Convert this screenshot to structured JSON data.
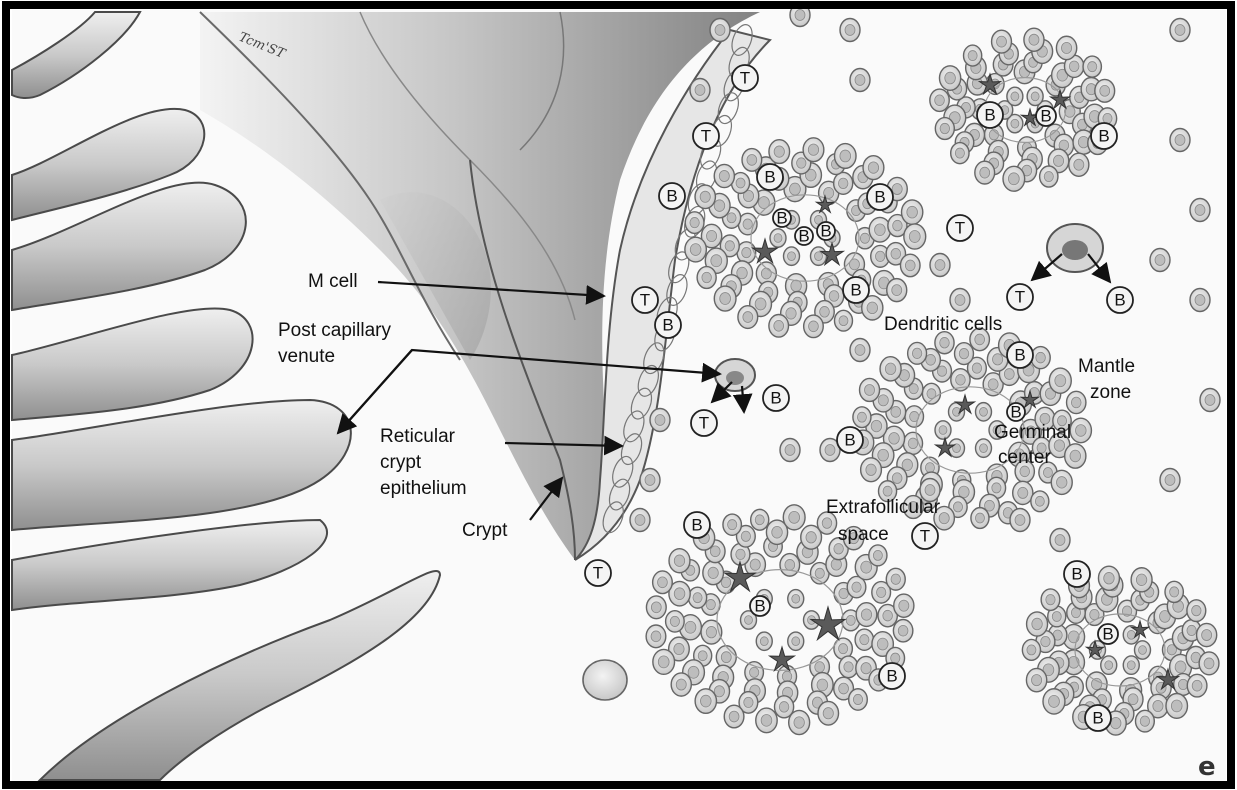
{
  "labels": {
    "m_cell": "M cell",
    "post_capillary_line1": "Post capillary",
    "post_capillary_line2": "venute",
    "reticular_line1": "Reticular",
    "reticular_line2": "crypt",
    "reticular_line3": "epithelium",
    "crypt": "Crypt",
    "dendritic": "Dendritic cells",
    "mantle_line1": "Mantle",
    "mantle_line2": "zone",
    "germinal_line1": "Germinal",
    "germinal_line2": "center",
    "extra_line1": "Extrafollicular",
    "extra_line2": "space"
  },
  "signature": "Tcm'ST",
  "corner_mark": "e",
  "cell_letters": {
    "t": "T",
    "b": "B"
  },
  "colors": {
    "frame": "#000000",
    "paper": "#fafafa",
    "pencil": "#555555",
    "cell_fill": "#e4e4e4",
    "nucleus": "#b9b9b9",
    "dendritic": "#5a5a5a"
  }
}
